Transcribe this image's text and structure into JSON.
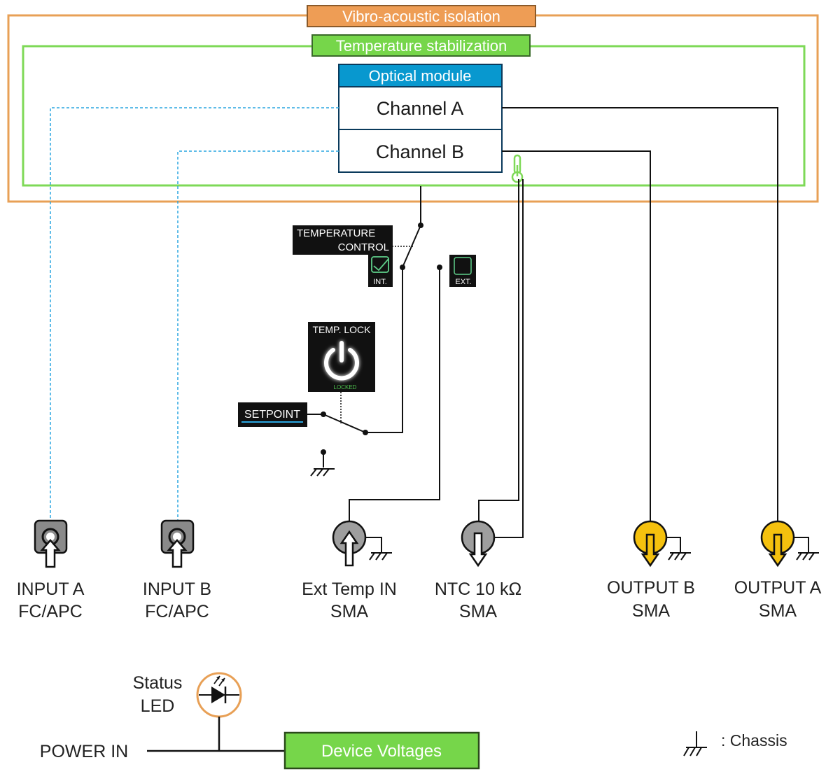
{
  "colors": {
    "vibro": "#e8a056",
    "vibro_fill": "#ee9d55",
    "temp": "#7ed957",
    "temp_fill": "#76d64a",
    "optical_header": "#0898cf",
    "optical_border": "#0a3a5c",
    "fiber": "#2aa6e0",
    "sma_gray": "#9e9e9e",
    "sma_yellow": "#f5c10e",
    "led_ring": "#e8a056",
    "panel": "#111111",
    "wire": "#111111"
  },
  "labels": {
    "vibro": "Vibro-acoustic isolation",
    "temp_stab": "Temperature stabilization",
    "optical_module": "Optical module",
    "channel_a": "Channel A",
    "channel_b": "Channel B",
    "temp_control_line1": "TEMPERATURE",
    "temp_control_line2": "CONTROL",
    "int": "INT.",
    "ext": "EXT.",
    "temp_lock": "TEMP. LOCK",
    "locked": "LOCKED",
    "setpoint": "SETPOINT",
    "status_line1": "Status",
    "status_line2": "LED",
    "power_in": "POWER IN",
    "device_voltages": "Device Voltages",
    "chassis": ": Chassis"
  },
  "connectors": [
    {
      "line1": "INPUT A",
      "line2": "FC/APC",
      "kind": "fc"
    },
    {
      "line1": "INPUT B",
      "line2": "FC/APC",
      "kind": "fc"
    },
    {
      "line1": "Ext Temp IN",
      "line2": "SMA",
      "kind": "sma-in"
    },
    {
      "line1": "NTC 10 kΩ",
      "line2": "SMA",
      "kind": "sma-out"
    },
    {
      "line1": "OUTPUT B",
      "line2": "SMA",
      "kind": "sma-yellow"
    },
    {
      "line1": "OUTPUT A",
      "line2": "SMA",
      "kind": "sma-yellow"
    }
  ]
}
